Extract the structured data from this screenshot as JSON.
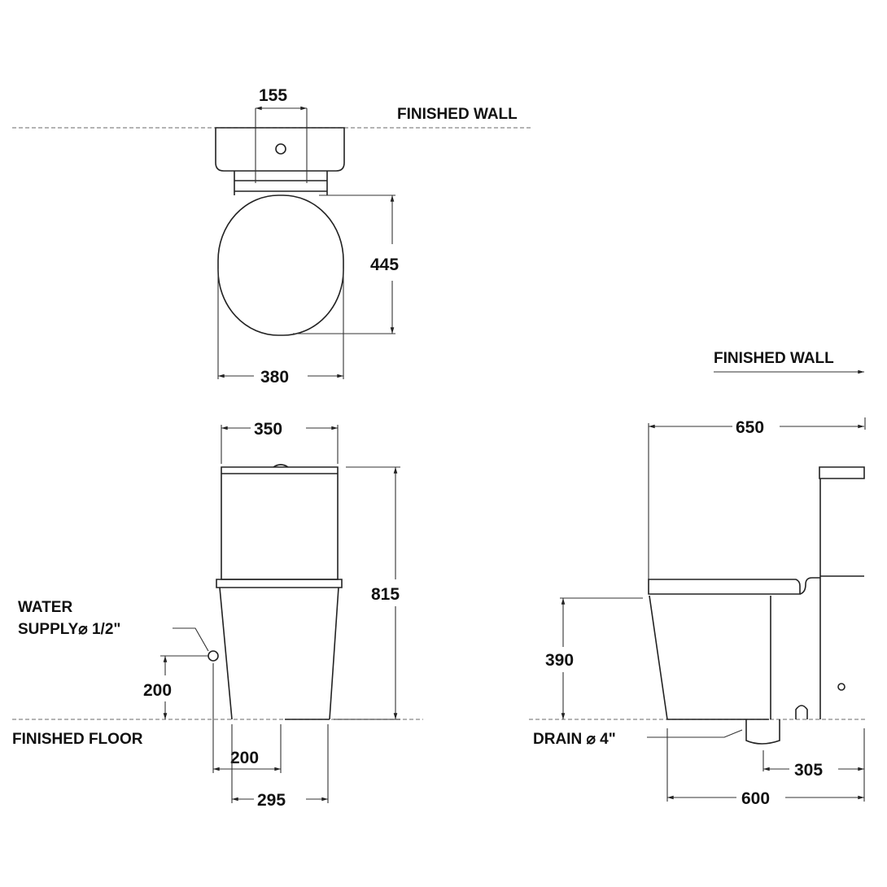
{
  "labels": {
    "finished_wall_top": "FINISHED WALL",
    "finished_wall_side": "FINISHED WALL",
    "finished_floor": "FINISHED FLOOR",
    "water_supply_line1": "WATER",
    "water_supply_line2": "SUPPLY⌀ 1/2\"",
    "drain": "DRAIN ⌀  4\""
  },
  "dimensions": {
    "top_supply_offset": "155",
    "top_depth": "445",
    "top_width": "380",
    "front_tank_width": "350",
    "front_height": "815",
    "front_supply_height": "200",
    "front_supply_offset": "200",
    "front_base_width": "295",
    "side_total_depth": "650",
    "side_seat_height": "390",
    "side_drain_offset": "305",
    "side_base_depth": "600"
  }
}
